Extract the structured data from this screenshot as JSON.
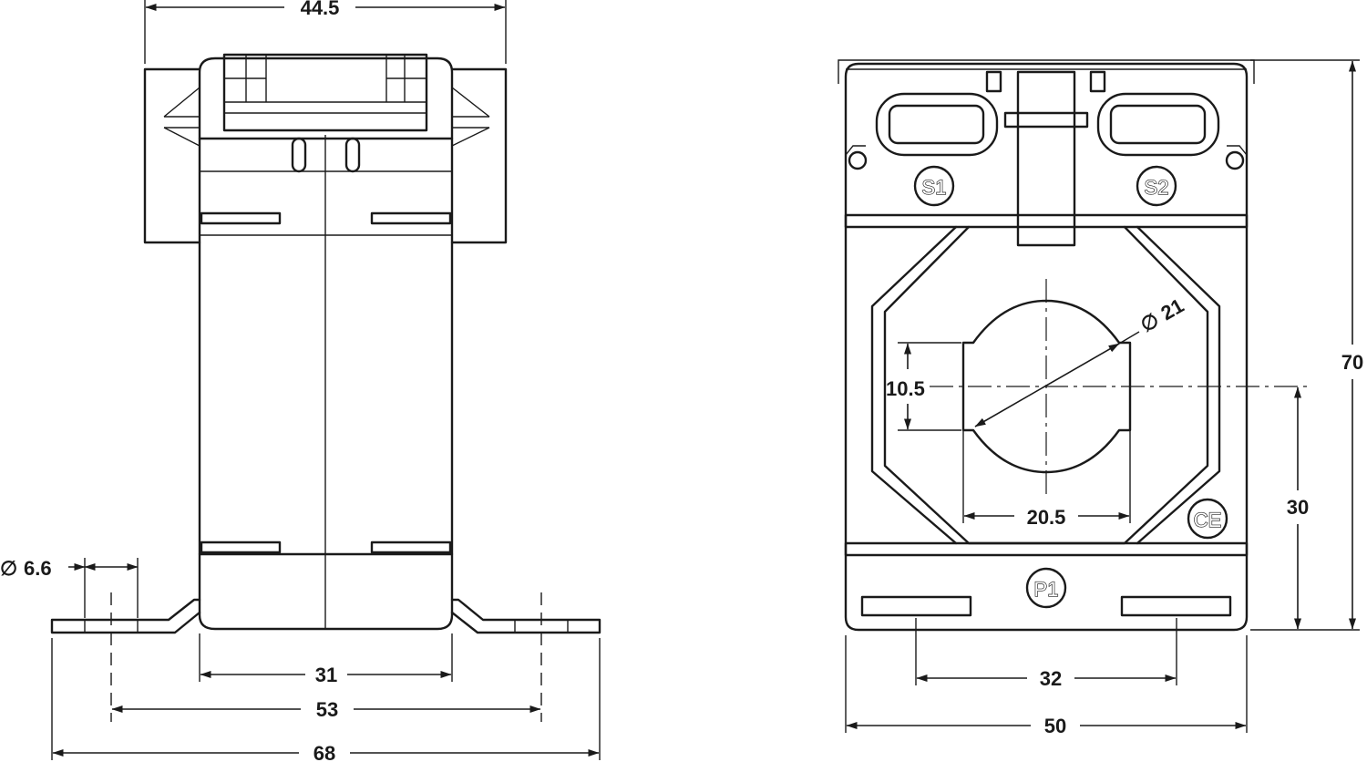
{
  "side_view": {
    "overall_width_label": "44.5",
    "hole_diameter_label": "6.6",
    "mount_width_label": "31",
    "hole_spacing_label": "53",
    "total_length_label": "68"
  },
  "front_view": {
    "window_diameter_label": "21",
    "window_flat_label": "10.5",
    "window_width_label": "20.5",
    "center_height_label": "30",
    "overall_height_label": "70",
    "slot_spacing_label": "32",
    "overall_width_label": "50",
    "terminal_s1": "S1",
    "terminal_s2": "S2",
    "terminal_p1": "P1",
    "ce_mark": "CE"
  },
  "symbols": {
    "diameter": "∅"
  }
}
